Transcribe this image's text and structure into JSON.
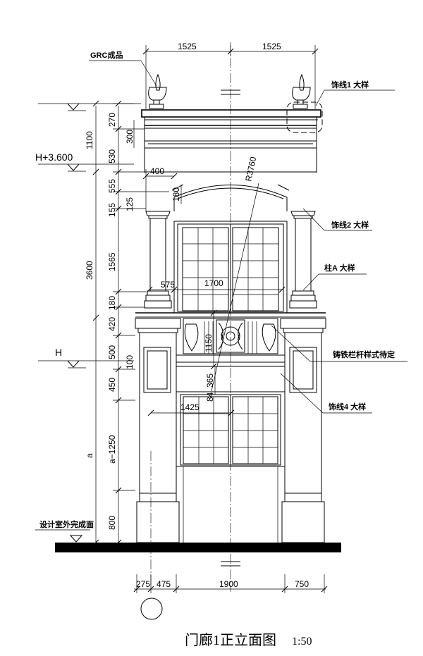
{
  "title": "门廊1正立面图",
  "scale": "1:50",
  "annotations": {
    "grc": "GRC成品",
    "molding1": "饰线1 大样",
    "molding2": "饰线2 大样",
    "columnA": "柱A 大样",
    "railing": "铸铁栏杆样式待定",
    "molding4": "饰线4 大样",
    "ground": "设计室外完成面",
    "radius": "R3760"
  },
  "levels": {
    "upper": "H+3.600",
    "base": "H"
  },
  "dims_top": [
    "1525",
    "1525"
  ],
  "dims_bottom": [
    "275",
    "475",
    "1900",
    "750"
  ],
  "dims_left_total": [
    "1100",
    "3600",
    "a"
  ],
  "dims_left": [
    "270",
    "530",
    "555",
    "155",
    "1565",
    "180",
    "420",
    "500",
    "450",
    "a−1250",
    "800"
  ],
  "dims_inner": [
    "300",
    "125",
    "180",
    "100"
  ],
  "dims_misc": {
    "d400": "400",
    "d575": "575",
    "d1700": "1700",
    "d1150": "1150",
    "d1425": "1425",
    "d365": "365",
    "d84": "84"
  }
}
